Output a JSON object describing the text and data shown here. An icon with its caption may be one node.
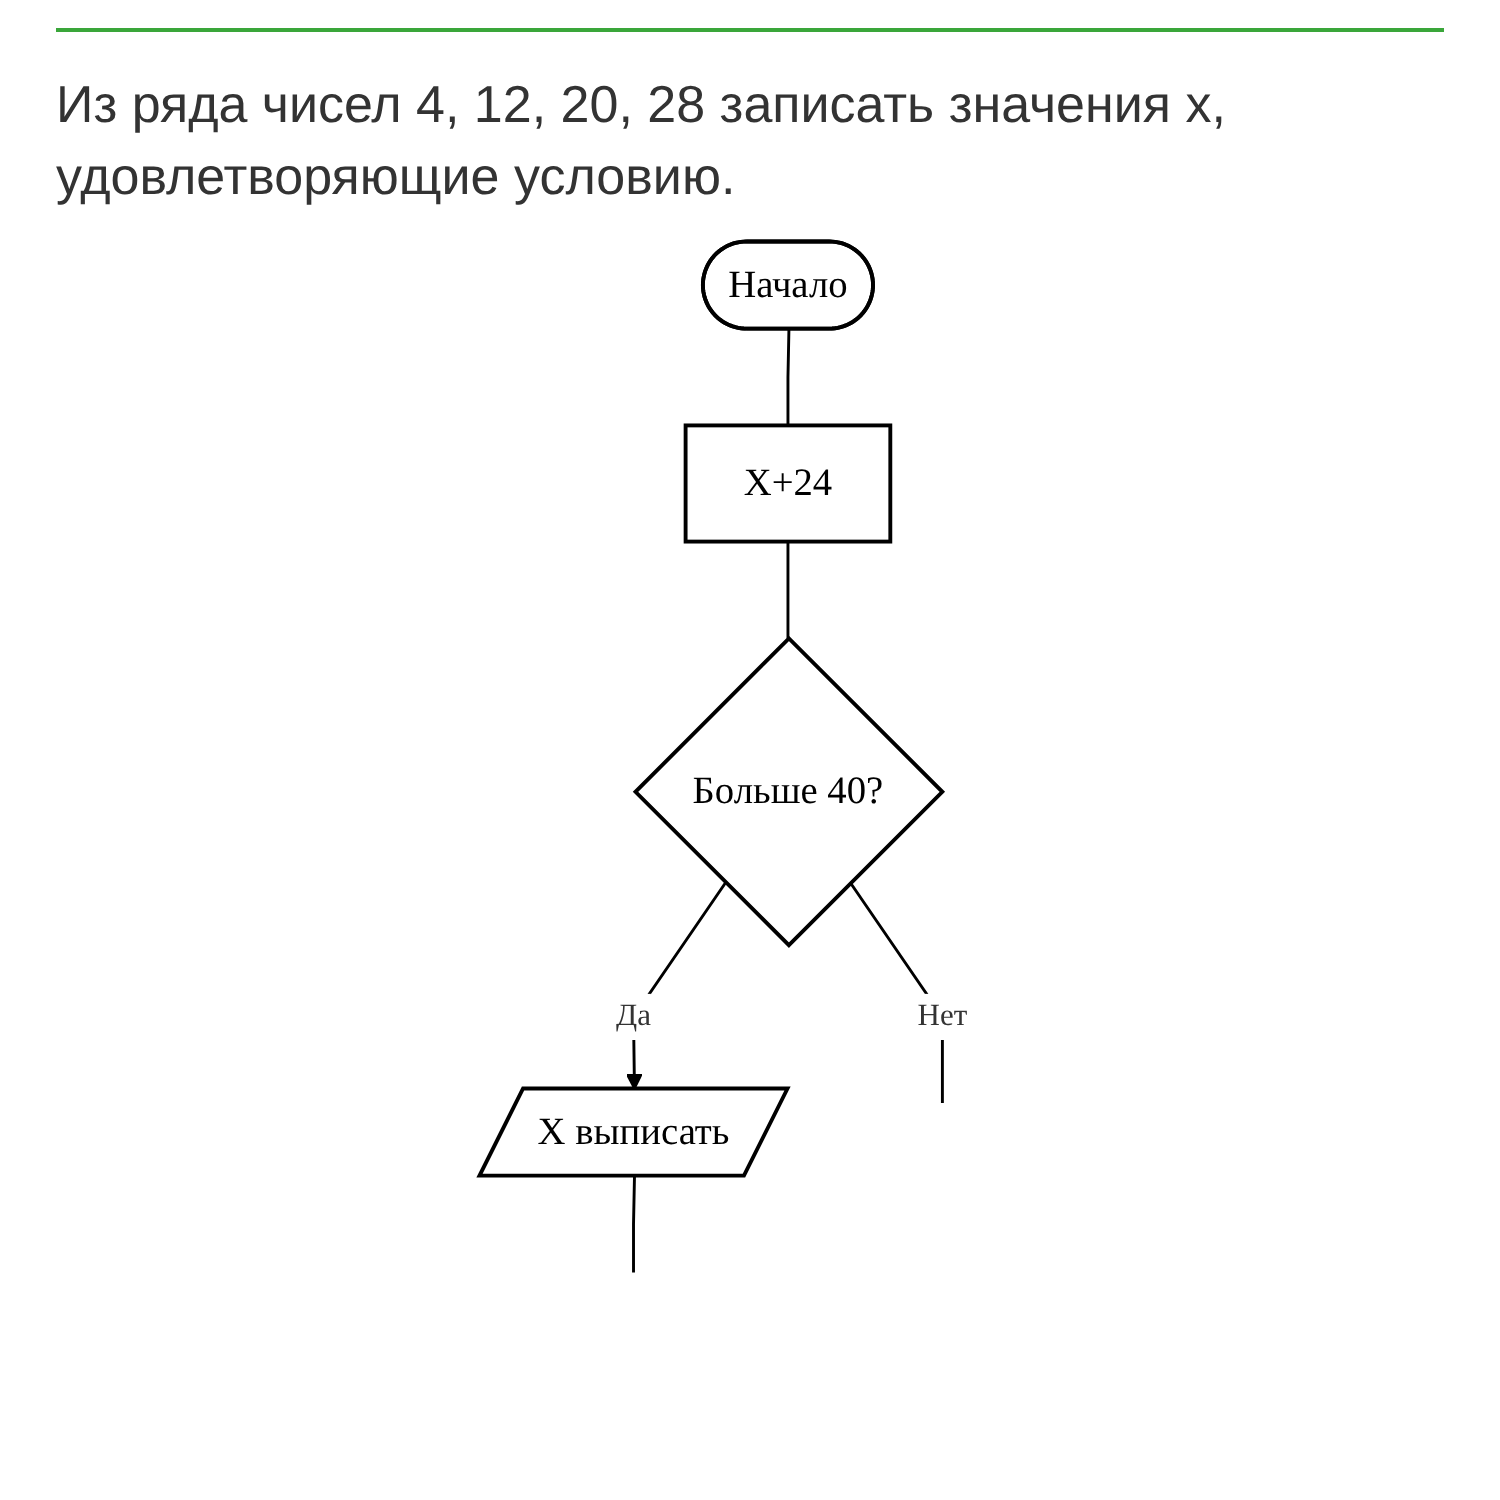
{
  "diagram": {
    "title": "Из ряда чисел 4, 12, 20, 28 записать значения x, удовлетворяющие условию.",
    "nodes": [
      {
        "text": [
          "Начало"
        ]
      },
      {
        "text": [
          "X+24"
        ]
      },
      {
        "text": [
          "Больше 40?"
        ]
      },
      {
        "text": [
          "X выписать"
        ]
      }
    ],
    "edges": [
      {
        "from": 0,
        "to": 1,
        "arrow": "none"
      },
      {
        "from": 1,
        "to": 2,
        "arrow": "none"
      },
      {
        "from": 2,
        "to": 3,
        "label": "Да",
        "arrow": "to"
      },
      {
        "from": 2,
        "to": null,
        "label": "Нет",
        "arrow": "none"
      },
      {
        "from": 3,
        "to": null,
        "arrow": "none"
      }
    ]
  }
}
